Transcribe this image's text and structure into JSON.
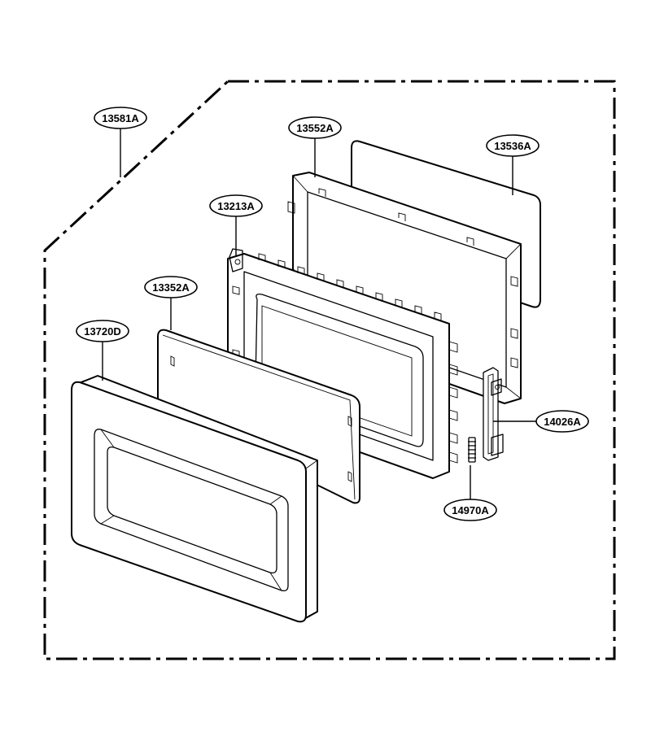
{
  "parts": [
    {
      "id": "assembly-door",
      "label": "13581A"
    },
    {
      "id": "choke-cover-frame",
      "label": "13552A"
    },
    {
      "id": "glass-outer-plate",
      "label": "13536A"
    },
    {
      "id": "door-frame",
      "label": "13213A"
    },
    {
      "id": "choke-cover",
      "label": "13352A"
    },
    {
      "id": "door-front-panel",
      "label": "13720D"
    },
    {
      "id": "latch-board",
      "label": "14026A"
    },
    {
      "id": "latch-spring",
      "label": "14970A"
    }
  ]
}
